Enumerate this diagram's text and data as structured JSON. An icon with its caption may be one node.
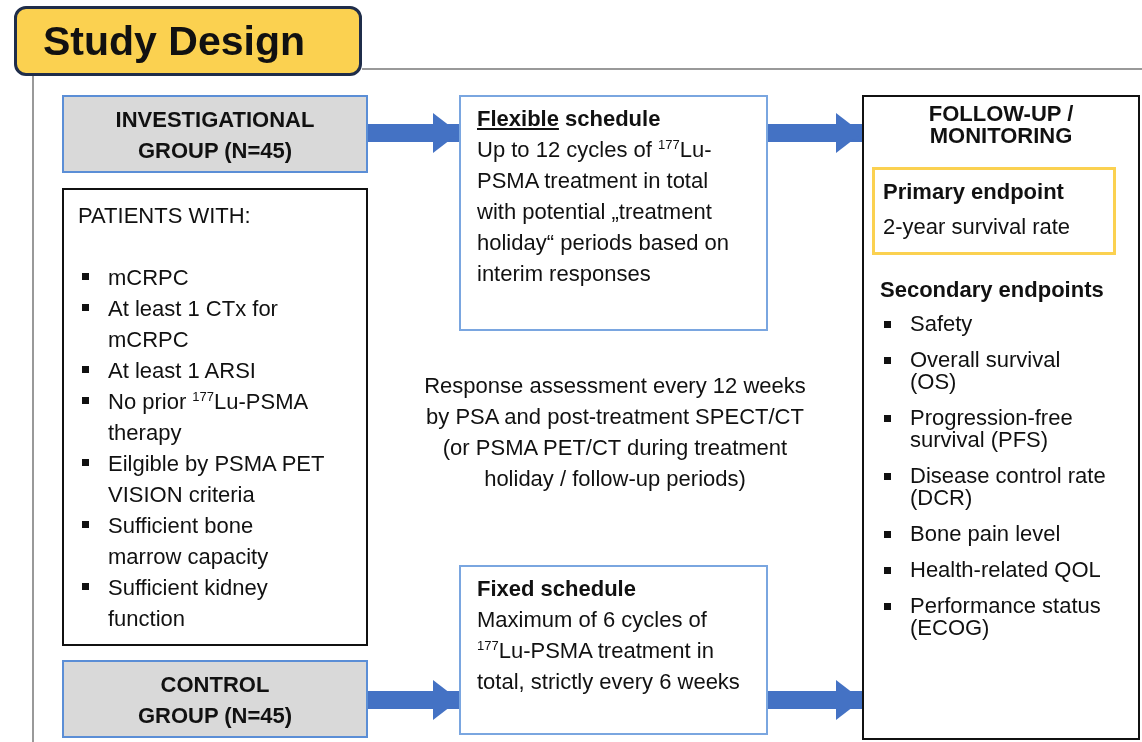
{
  "diagram": {
    "title": "Study Design",
    "nodes": [
      {
        "text": [
          "INVESTIGATIONAL GROUP (N=45)"
        ]
      },
      {
        "text": [
          "PATIENTS WITH:",
          "mCRPC",
          "At least 1 CTx for mCRPC",
          "At least 1 ARSI",
          "No prior $^{177}$Lu-PSMA therapy",
          "Eilgible by PSMA PET VISION criteria",
          "Sufficient bone marrow capacity",
          "Sufficient kidney function"
        ]
      },
      {
        "text": [
          "Flexible schedule",
          "Up to 12 cycles of $^{177}$Lu-PSMA treatment in total with potential „treatment holiday“ periods based on interim responses"
        ]
      },
      {
        "text": [
          "FOLLOW-UP / MONITORING",
          "Secondary endpoints",
          "Safety",
          "Overall survival (OS)",
          "Progression-free survival (PFS)",
          "Disease control rate (DCR)",
          "Bone pain level",
          "Health-related QOL",
          "Performance status (ECOG)"
        ]
      },
      {
        "text": [
          "Primary endpoint",
          "2-year survival rate"
        ],
        "in": 3
      },
      {
        "text": [
          "Fixed schedule",
          "Maximum of 6 cycles of $^{177}$Lu-PSMA treatment in total, strictly every 6 weeks"
        ]
      },
      {
        "text": [
          "CONTROL GROUP (N=45)"
        ]
      }
    ],
    "edges": [
      {
        "from": 0,
        "to": 2,
        "arrow": "to"
      },
      {
        "from": 2,
        "to": 3,
        "arrow": "to"
      },
      {
        "from": 6,
        "to": 5,
        "arrow": "to"
      },
      {
        "from": 5,
        "to": 3,
        "arrow": "to"
      }
    ],
    "labels": [
      "Response assessment every 12 weeks by PSA and post-treatment SPECT/CT (or PSMA PET/CT during treatment holiday / follow-up periods)"
    ]
  }
}
